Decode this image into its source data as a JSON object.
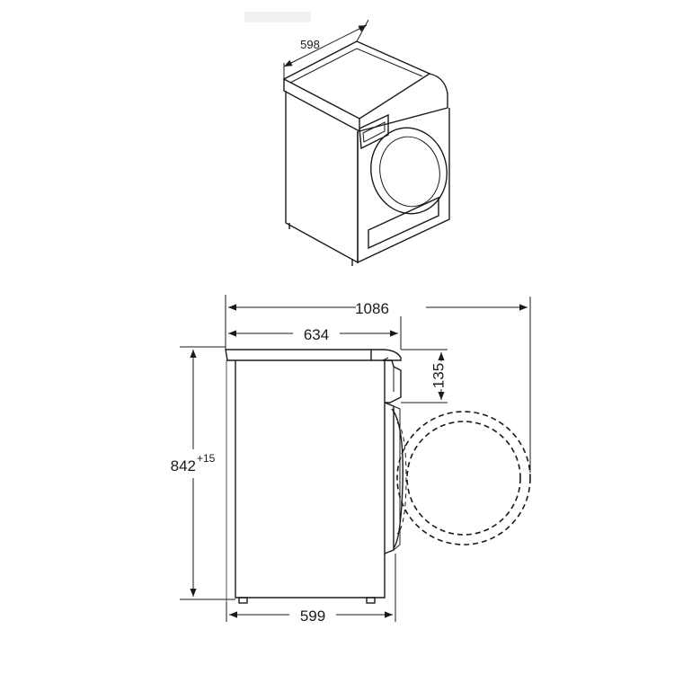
{
  "dimensions": {
    "top_width": "598",
    "overall_depth": "1086",
    "depth": "634",
    "panel_height": "135",
    "height": "842",
    "height_tolerance": "+15",
    "base_width": "599"
  }
}
